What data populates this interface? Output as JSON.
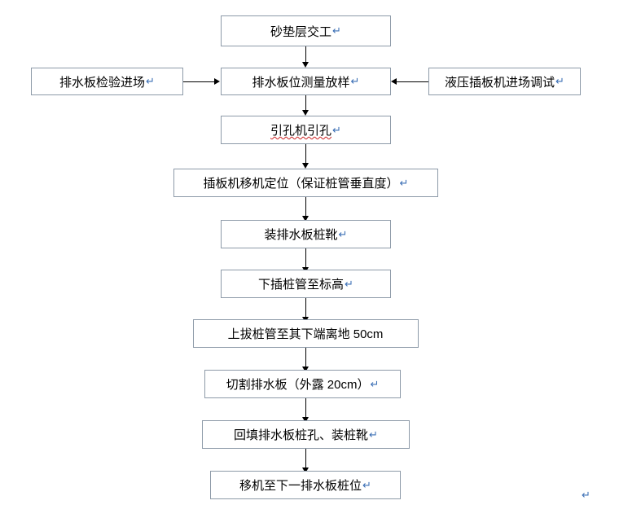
{
  "diagram": {
    "type": "flowchart",
    "title": "",
    "paragraph_mark": "↵",
    "end_mark": "↵",
    "nodes": [
      {
        "id": "n1",
        "label": "砂垫层交工",
        "mark": "↵"
      },
      {
        "id": "n2",
        "label": "排水板位测量放样",
        "mark": "↵"
      },
      {
        "id": "n3",
        "label": "排水板检验进场",
        "mark": "↵"
      },
      {
        "id": "n4",
        "label": "液压插板机进场调试",
        "mark": "↵"
      },
      {
        "id": "n5",
        "label": "引孔机引孔",
        "mark": "↵"
      },
      {
        "id": "n6",
        "label": "插板机移机定位（保证桩管垂直度）",
        "mark": "↵"
      },
      {
        "id": "n7",
        "label": "装排水板桩靴",
        "mark": "↵"
      },
      {
        "id": "n8",
        "label": "下插桩管至标高",
        "mark": "↵"
      },
      {
        "id": "n9",
        "label": "上拔桩管至其下端离地 50cm",
        "mark": ""
      },
      {
        "id": "n10",
        "label": "切割排水板（外露 20cm）",
        "mark": "↵"
      },
      {
        "id": "n11",
        "label": "回填排水板桩孔、装桩靴",
        "mark": "↵"
      },
      {
        "id": "n12",
        "label": "移机至下一排水板桩位",
        "mark": "↵"
      }
    ],
    "edges": [
      {
        "from": "n1",
        "to": "n2",
        "direction": "down"
      },
      {
        "from": "n3",
        "to": "n2",
        "direction": "right"
      },
      {
        "from": "n4",
        "to": "n2",
        "direction": "left"
      },
      {
        "from": "n2",
        "to": "n5",
        "direction": "down"
      },
      {
        "from": "n5",
        "to": "n6",
        "direction": "down"
      },
      {
        "from": "n6",
        "to": "n7",
        "direction": "down"
      },
      {
        "from": "n7",
        "to": "n8",
        "direction": "down"
      },
      {
        "from": "n8",
        "to": "n9",
        "direction": "down"
      },
      {
        "from": "n9",
        "to": "n10",
        "direction": "down"
      },
      {
        "from": "n10",
        "to": "n11",
        "direction": "down"
      },
      {
        "from": "n11",
        "to": "n12",
        "direction": "down"
      }
    ],
    "colors": {
      "box_border": "#8d9aa8",
      "line": "#000000",
      "text": "#000000",
      "mark": "#3b6fb5",
      "spellcheck_underline": "#cc2222",
      "background": "#ffffff"
    }
  }
}
